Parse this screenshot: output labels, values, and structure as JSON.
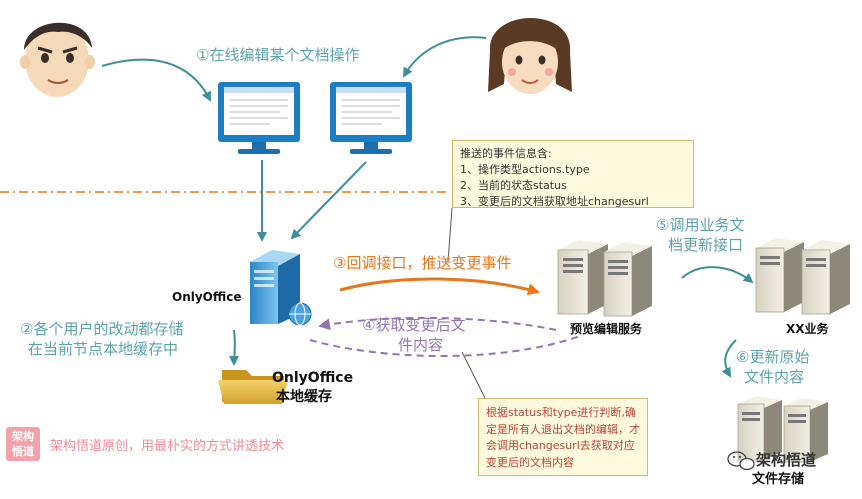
{
  "title_step1": "①在线编辑某个文档操作",
  "step2": {
    "line1": "②各个用户的改动都存储",
    "line2": "在当前节点本地缓存中"
  },
  "step3": "③回调接口，推送变更事件",
  "step4": {
    "line1": "④获取变更后文",
    "line2": "件内容"
  },
  "step5": {
    "line1": "⑤调用业务文",
    "line2": "档更新接口"
  },
  "step6": {
    "line1": "⑥更新原始",
    "line2": "文件内容"
  },
  "nodes": {
    "onlyoffice": "OnlyOffice",
    "cache_line1": "OnlyOffice",
    "cache_line2": "本地缓存",
    "preview": "预览编辑服务",
    "xx": "XX业务",
    "storage": "文件存储"
  },
  "note_event": {
    "title": "推送的事件信息含:",
    "lines": [
      "1、操作类型actions.type",
      "2、当前的状态status",
      "3、变更后的文档获取地址changesurl"
    ]
  },
  "note_status": "根据status和type进行判断,确定是所有人退出文档的编辑，才会调用changesurl去获取对应变更后的文档内容",
  "watermark": {
    "stamp_line1": "架构",
    "stamp_line2": "悟道",
    "slogan": "架构悟道原创，用最朴实的方式讲透技术",
    "brand": "架构悟道"
  },
  "colors": {
    "teal": "#3f8e9a",
    "orange": "#e8761e",
    "purple": "#9176b3",
    "divider": "#e8761e"
  },
  "icons": [
    "user-male-avatar",
    "user-female-avatar",
    "monitor-icon",
    "server-icon",
    "folder-icon",
    "wechat-icon"
  ]
}
